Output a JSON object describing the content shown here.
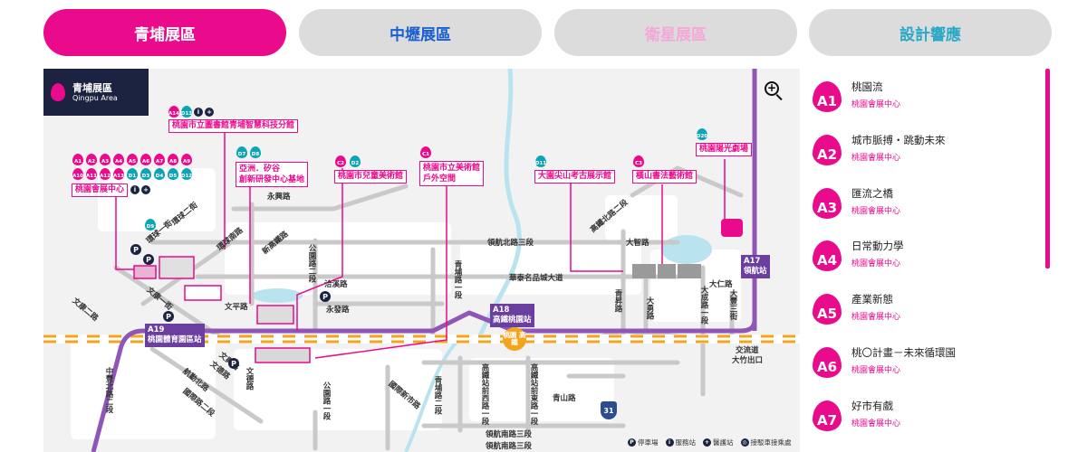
{
  "tabs": [
    {
      "label": "青埔展區",
      "active": true,
      "color": "#ffffff"
    },
    {
      "label": "中壢展區",
      "active": false,
      "color": "#1a5fd0"
    },
    {
      "label": "衛星展區",
      "active": false,
      "color": "#f4a8d8"
    },
    {
      "label": "設計響應",
      "active": false,
      "color": "#29a8c8"
    }
  ],
  "map": {
    "area_badge": {
      "title": "青埔展區",
      "subtitle": "Qingpu Area"
    },
    "zoom_symbol": "+",
    "places": [
      "桃園市立圖書館青埔智慧科技分館",
      "亞洲．矽谷",
      "創新研發中心基地",
      "桃園市兒童美術館",
      "桃園市立美術館",
      "戶外空間",
      "大園尖山考古展示館",
      "橫山書法藝術館",
      "桃園陽光劇場",
      "桃園會展中心"
    ],
    "place_codes": [
      "A14",
      "D13",
      "D7",
      "D8",
      "C2",
      "D2",
      "C1",
      "D11",
      "C3",
      "D20",
      "D9",
      "A1",
      "A2",
      "A3",
      "A4",
      "A5",
      "A6",
      "A7",
      "A8",
      "A9",
      "A10",
      "A11",
      "A12",
      "A13",
      "D1",
      "D3",
      "D4",
      "D5",
      "D12"
    ],
    "roads": [
      "永興路",
      "領航北路三段",
      "高鐵北路二段",
      "華泰名品城大道",
      "文平路",
      "洽溪路",
      "永發路",
      "公園路二段",
      "青埔路一段",
      "大智路",
      "大仁路",
      "青昇路",
      "大勇路",
      "大成路一段",
      "大豐三街",
      "交流道",
      "大竹出口",
      "青山路",
      "高鐵站前西路一段",
      "高鐵站前東路一段",
      "領航南路三段",
      "公園路一段",
      "文德路",
      "文德路",
      "青埔路二段",
      "文康二路",
      "文康一街",
      "中豐北路二段",
      "航勤北路",
      "環球一街",
      "環球二街",
      "環球南路",
      "新高鐵路",
      "國際新市路",
      "國際路二段",
      "文興路",
      "領航南路三段"
    ],
    "stations": [
      {
        "code": "A17",
        "name": "領航站"
      },
      {
        "code": "A18",
        "name": "高鐵桃園站"
      },
      {
        "code": "A19",
        "name": "桃園體育園區站"
      }
    ],
    "hsr_label": "桃園\n高鐵",
    "highway_number": "31",
    "parking_symbol": "P",
    "legend": [
      {
        "symbol": "P",
        "label": "停車場"
      },
      {
        "symbol": "i",
        "label": "服務站"
      },
      {
        "symbol": "+",
        "label": "醫護站"
      },
      {
        "symbol": "◎",
        "label": "接駁車接乘處"
      }
    ]
  },
  "sidebar": {
    "items": [
      {
        "code": "A1",
        "title": "桃園流",
        "venue": "桃園會展中心"
      },
      {
        "code": "A2",
        "title": "城市脈搏・跳動未來",
        "venue": "桃園會展中心"
      },
      {
        "code": "A3",
        "title": "匯流之橋",
        "venue": "桃園會展中心"
      },
      {
        "code": "A4",
        "title": "日常動力學",
        "venue": "桃園會展中心"
      },
      {
        "code": "A5",
        "title": "產業新態",
        "venue": "桃園會展中心"
      },
      {
        "code": "A6",
        "title": "桃〇計畫－未來循環園",
        "venue": "桃園會展中心"
      },
      {
        "code": "A7",
        "title": "好市有戲",
        "venue": "桃園會展中心"
      }
    ]
  },
  "colors": {
    "accent": "#ea0a8c",
    "metro": "#6b3fa0",
    "rail": "#f2a41c",
    "navy": "#1b2340"
  }
}
